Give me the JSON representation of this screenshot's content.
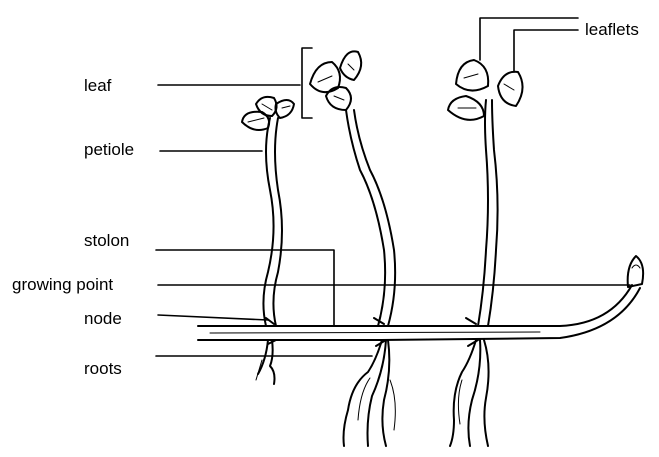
{
  "diagram": {
    "labels": {
      "leaf": "leaf",
      "petiole": "petiole",
      "stolon": "stolon",
      "growing_point": "growing point",
      "node": "node",
      "roots": "roots",
      "leaflets": "leaflets"
    }
  }
}
